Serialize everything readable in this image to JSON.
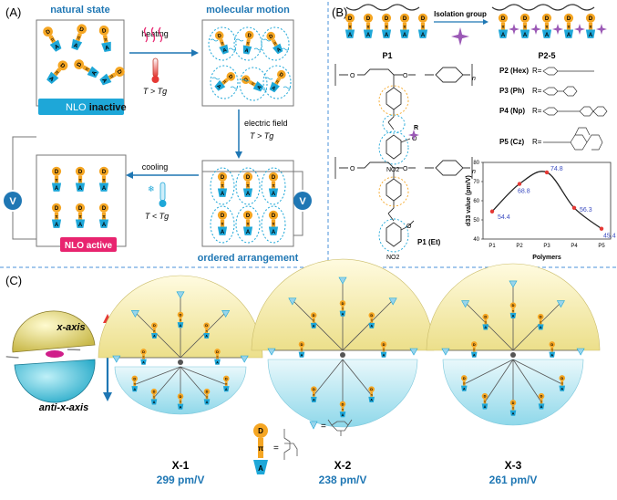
{
  "panel_a": {
    "label": "(A)",
    "natural_state": "natural state",
    "molecular_motion": "molecular motion",
    "heating": "heating",
    "t_gt": "T > Tg",
    "electric_field": "electric field",
    "t_gt2": "T > Tg",
    "cooling": "cooling",
    "t_lt": "T < Tg",
    "nlo_inactive_a": "NLO",
    "nlo_inactive_b": "inactive",
    "nlo_active": "NLO active",
    "ordered": "ordered arrangement",
    "v_label": "V",
    "d": "D",
    "pi": "π",
    "a": "A"
  },
  "panel_b": {
    "label": "(B)",
    "isolation_group": "Isolation group",
    "p1": "P1",
    "p25": "P2-5",
    "p2": "P2 (Hex)",
    "p3": "P3 (Ph)",
    "p4": "P4 (Np)",
    "p5": "P5 (Cz)",
    "r_eq": "R=",
    "p1_et": "P1 (Et)",
    "no2": "NO2",
    "n": "n",
    "o": "O",
    "r": "R"
  },
  "chart_data": {
    "type": "line",
    "categories": [
      "P1",
      "P2",
      "P3",
      "P4",
      "P5"
    ],
    "values": [
      54.4,
      68.8,
      74.8,
      56.3,
      45.4
    ],
    "value_labels": [
      "54.4",
      "68.8",
      "74.8",
      "56.3",
      "45.4"
    ],
    "xlabel": "Polymers",
    "ylabel": "d33 value (pm/V)",
    "ylim": [
      40,
      80
    ],
    "yticks": [
      "40",
      "50",
      "60",
      "70",
      "80"
    ],
    "grid": false,
    "colors": {
      "line": "#222222",
      "marker": "#e53935",
      "label": "#3b4cc0"
    }
  },
  "panel_c": {
    "label": "(C)",
    "x_axis": "x-axis",
    "anti_x_axis": "anti-x-axis",
    "equals": "=",
    "x1": "X-1",
    "x1_val": "299 pm/V",
    "x2": "X-2",
    "x2_val": "238 pm/V",
    "x3": "X-3",
    "x3_val": "261 pm/V"
  },
  "colors": {
    "donor": "#f5a623",
    "acceptor": "#1ea7d8",
    "blue_text": "#1f77b4",
    "nlo_inactive_bg": "#1ea7d8",
    "nlo_active_bg": "#e8246f",
    "divider": "#4a90d9",
    "star": "#9b59b6"
  }
}
